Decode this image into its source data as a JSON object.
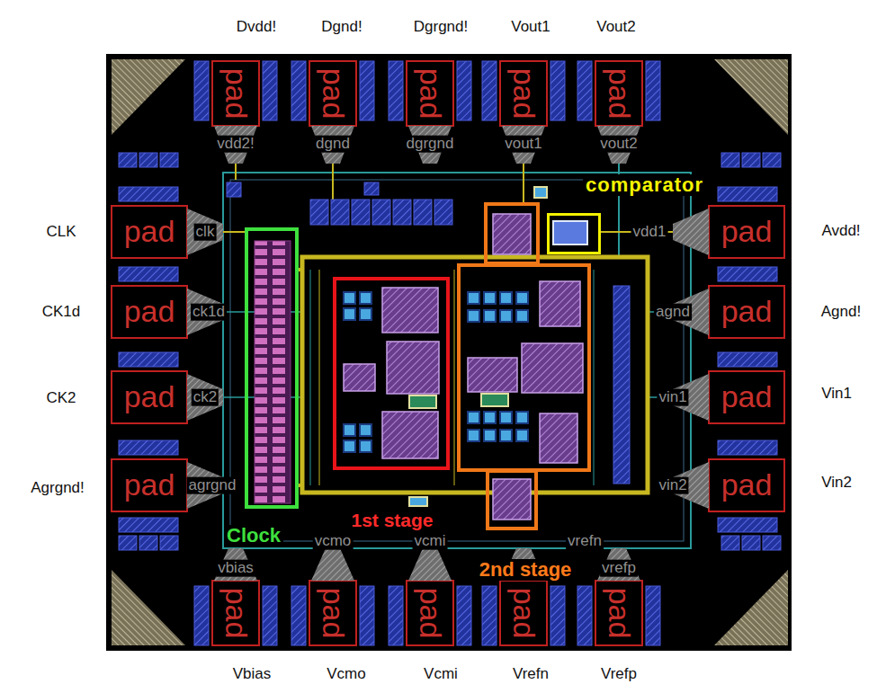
{
  "diagram": {
    "nodes": [
      {
        "text": [
          "Clock"
        ]
      },
      {
        "text": [
          "1st stage"
        ]
      },
      {
        "text": [
          "2nd stage"
        ]
      },
      {
        "text": [
          "comparator"
        ]
      }
    ],
    "labels": [
      "Dvdd!",
      "Dgnd!",
      "Dgrgnd!",
      "Vout1",
      "Vout2",
      "CLK",
      "CK1d",
      "CK2",
      "Agrgnd!",
      "Avdd!",
      "Agnd!",
      "Vin1",
      "Vin2",
      "Vbias",
      "Vcmo",
      "Vcmi",
      "Vrefn",
      "Vrefp",
      "pad",
      "pad",
      "pad",
      "pad",
      "pad",
      "pad",
      "pad",
      "pad",
      "pad",
      "pad",
      "pad",
      "pad",
      "pad",
      "pad",
      "pad",
      "pad",
      "pad",
      "pad",
      "vdd2!",
      "dgnd",
      "dgrgnd",
      "vout1",
      "vout2",
      "clk",
      "ck1d",
      "ck2",
      "agrgnd",
      "vdd1",
      "agnd",
      "vin1",
      "vin2",
      "vbias",
      "vcmo",
      "vcmi",
      "vrefn",
      "vrefp"
    ]
  }
}
